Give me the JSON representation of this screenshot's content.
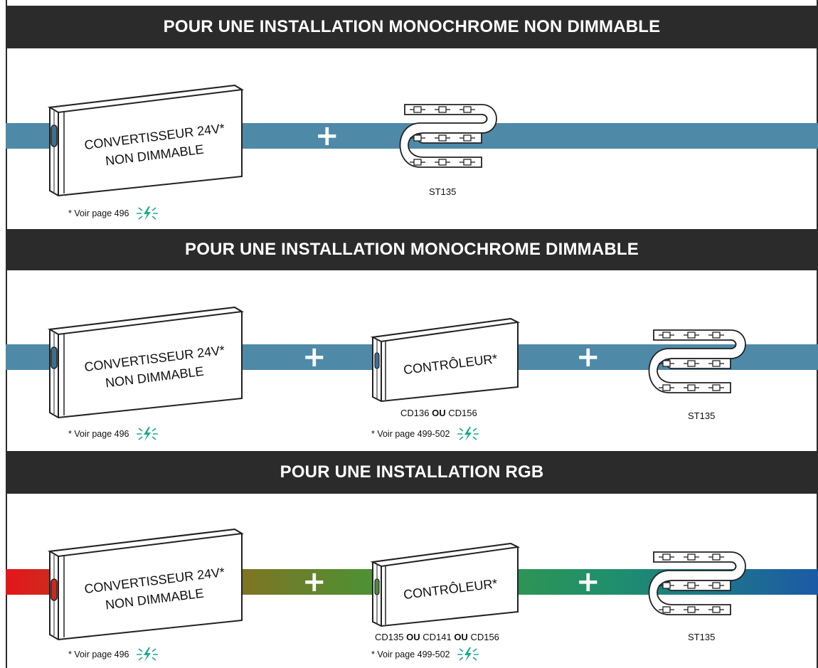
{
  "sections": [
    {
      "title": "POUR UNE INSTALLATION MONOCHROME NON DIMMABLE",
      "converter": {
        "line1": "CONVERTISSEUR 24V*",
        "line2": "NON DIMMABLE",
        "note": "* Voir page 496"
      },
      "plus": "+",
      "strip_label": "ST135"
    },
    {
      "title": "POUR UNE INSTALLATION MONOCHROME DIMMABLE",
      "converter": {
        "line1": "CONVERTISSEUR 24V*",
        "line2": "NON DIMMABLE",
        "note": "* Voir page 496"
      },
      "plus": "+",
      "controller": {
        "label": "CONTRÔLEUR*",
        "codes": [
          {
            "code": "CD136"
          },
          {
            "sep": "OU"
          },
          {
            "code": "CD156"
          }
        ],
        "note": "* Voir page 499-502"
      },
      "strip_label": "ST135"
    },
    {
      "title": "POUR UNE INSTALLATION RGB",
      "converter": {
        "line1": "CONVERTISSEUR 24V*",
        "line2": "NON DIMMABLE",
        "note": "* Voir page 496"
      },
      "plus": "+",
      "controller": {
        "label": "CONTRÔLEUR*",
        "codes": [
          {
            "code": "CD135"
          },
          {
            "sep": "OU"
          },
          {
            "code": "CD141"
          },
          {
            "sep": "OU"
          },
          {
            "code": "CD156"
          }
        ],
        "note": "* Voir page 499-502"
      },
      "strip_label": "ST135"
    }
  ],
  "colors": {
    "cable_blue": "#4e8aa8",
    "bar_bg": "#2b2b2b",
    "lightning": "#1aa88e",
    "rgb_gradient": [
      "#e3161b",
      "#8c6d1f",
      "#3d9a3a",
      "#1f8f6e",
      "#1c5aa6"
    ]
  },
  "icons": [
    "lightning-icon",
    "plus-icon",
    "led-strip-icon"
  ]
}
